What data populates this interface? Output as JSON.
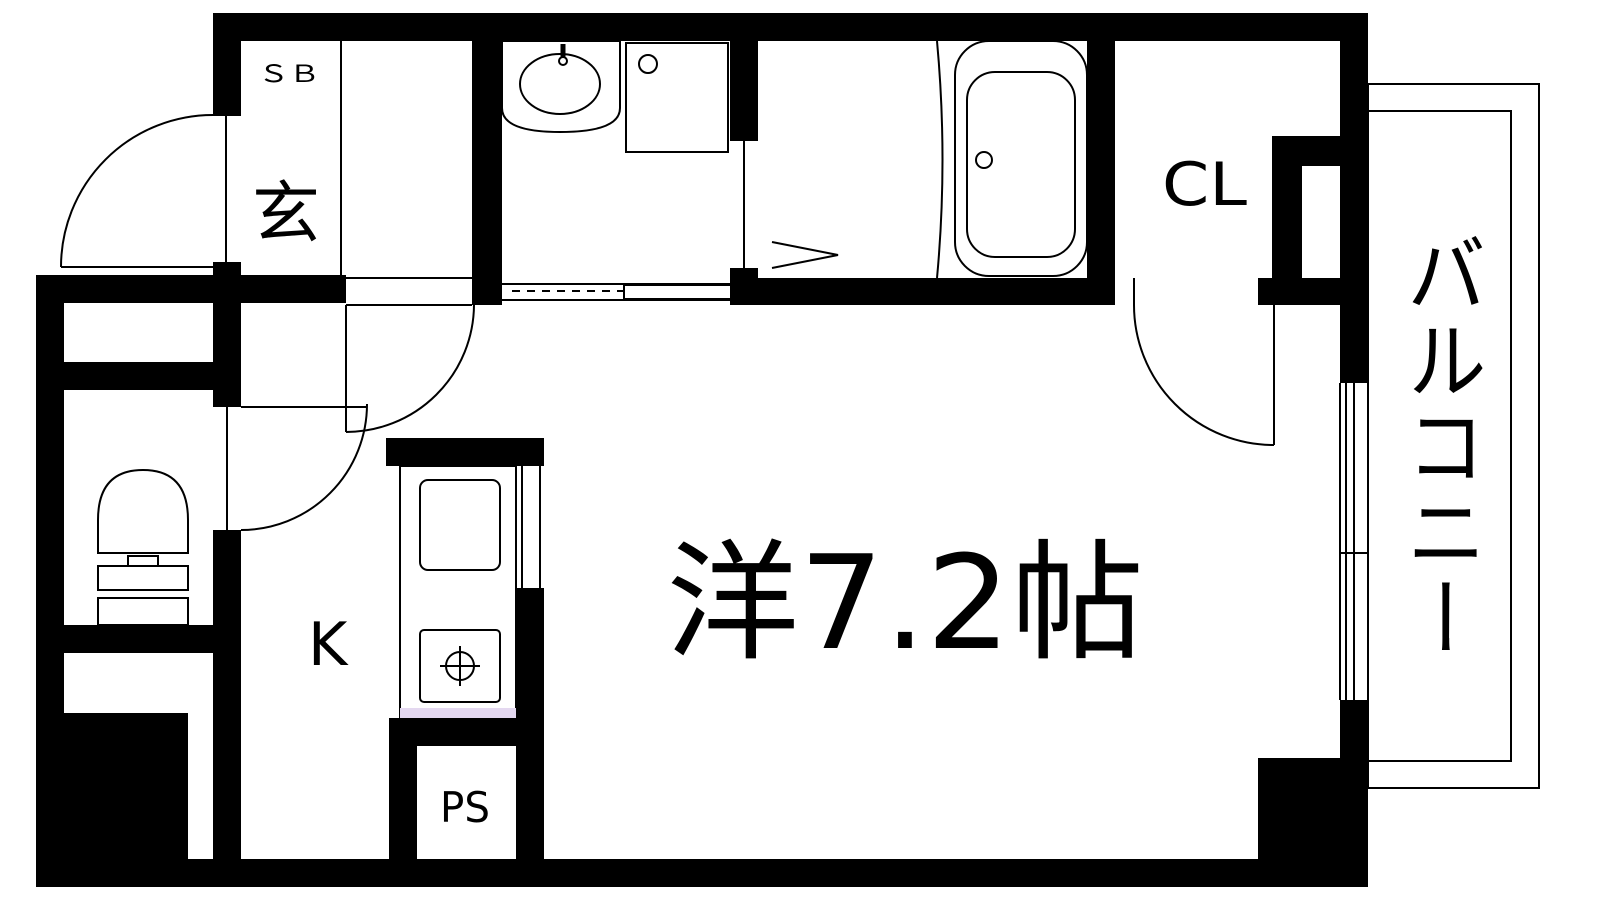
{
  "labels": {
    "shoe_box": "ＳＢ",
    "entrance": "玄",
    "closet": "CL",
    "kitchen": "K",
    "room": "洋7.2帖",
    "pipe_space": "PS",
    "balcony": "バルコニー"
  },
  "colors": {
    "wall": "#000000",
    "line": "#000000",
    "background": "#ffffff",
    "counter_edge": "#e4d8f0"
  }
}
